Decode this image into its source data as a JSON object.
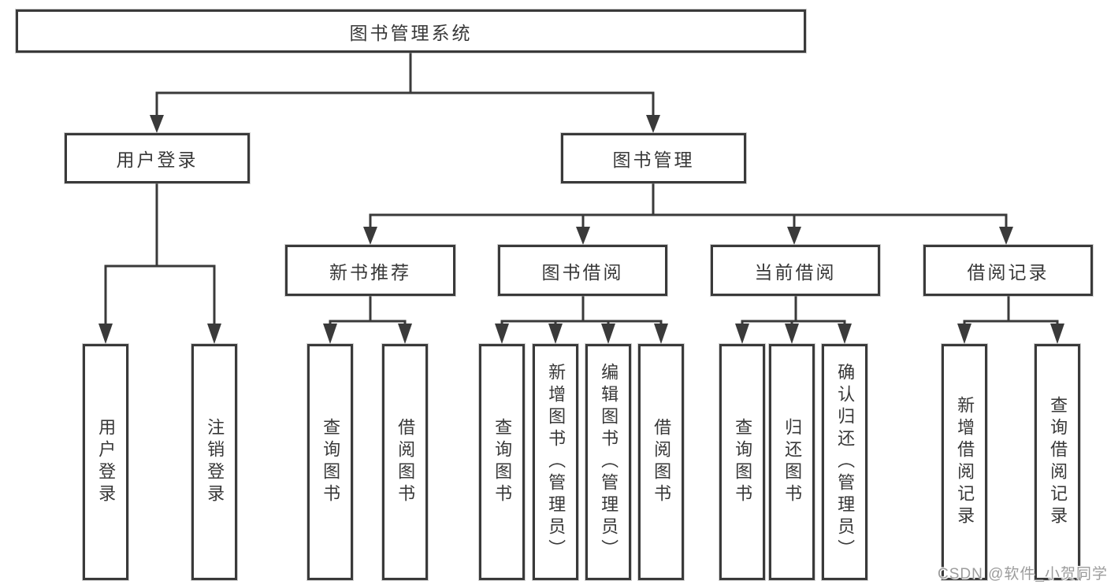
{
  "tree": {
    "label": "图书管理系统",
    "children": [
      {
        "label": "用户登录",
        "children": [
          {
            "label": "用户登录"
          },
          {
            "label": "注销登录"
          }
        ]
      },
      {
        "label": "图书管理",
        "children": [
          {
            "label": "新书推荐",
            "children": [
              {
                "label": "查询图书"
              },
              {
                "label": "借阅图书"
              }
            ]
          },
          {
            "label": "图书借阅",
            "children": [
              {
                "label": "查询图书"
              },
              {
                "label": "新增图书（管理员）"
              },
              {
                "label": "编辑图书（管理员）"
              },
              {
                "label": "借阅图书"
              }
            ]
          },
          {
            "label": "当前借阅",
            "children": [
              {
                "label": "查询图书"
              },
              {
                "label": "归还图书"
              },
              {
                "label": "确认归还（管理员）"
              }
            ]
          },
          {
            "label": "借阅记录",
            "children": [
              {
                "label": "新增借阅记录"
              },
              {
                "label": "查询借阅记录"
              }
            ]
          }
        ]
      }
    ]
  },
  "watermark": {
    "text": "CSDN @软件_小贺同学"
  },
  "colors": {
    "line": "#3a3a3a",
    "text": "#383838",
    "background": "#ffffff",
    "watermark": "#9c9c9c"
  }
}
